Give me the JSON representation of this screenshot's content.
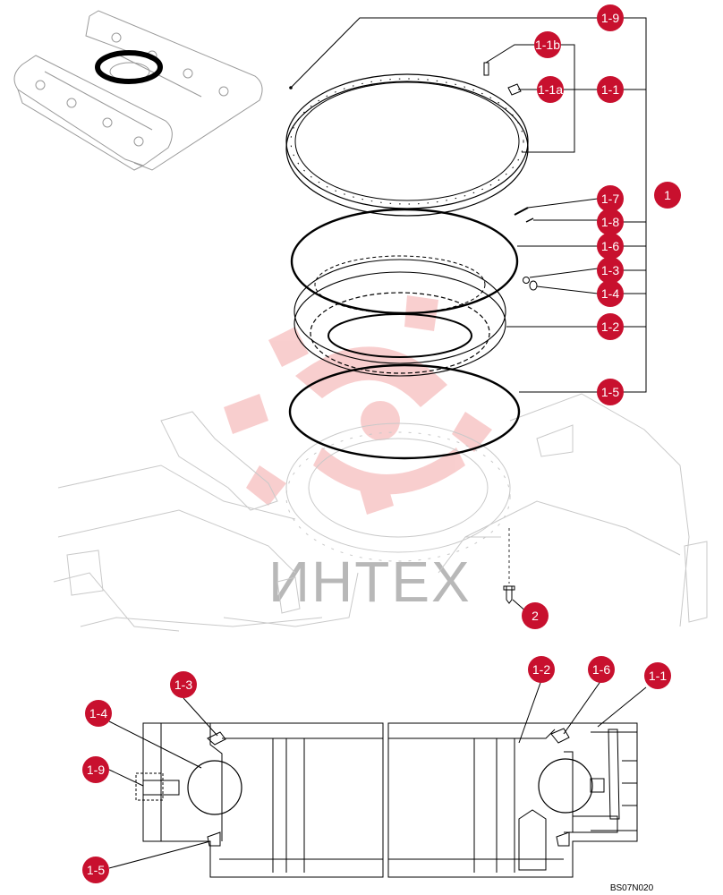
{
  "colors": {
    "callout": "#c8102e",
    "watermark_red": "#f4a7a7",
    "watermark_grey": "#bdbdbd",
    "line": "#000000",
    "faint": "#c9c9c9"
  },
  "watermark": {
    "text": "ИНТЕХ"
  },
  "drawing_code": "BS07N020",
  "callouts_top": {
    "c19": "1-9",
    "c11b": "1-1b",
    "c11a": "1-1a",
    "c11": "1-1",
    "c1": "1",
    "c17": "1-7",
    "c18": "1-8",
    "c16": "1-6",
    "c13": "1-3",
    "c14": "1-4",
    "c12": "1-2",
    "c15": "1-5",
    "c2": "2"
  },
  "callouts_section": {
    "s13": "1-3",
    "s14": "1-4",
    "s19": "1-9",
    "s15": "1-5",
    "s12": "1-2",
    "s16": "1-6",
    "s11": "1-1"
  }
}
